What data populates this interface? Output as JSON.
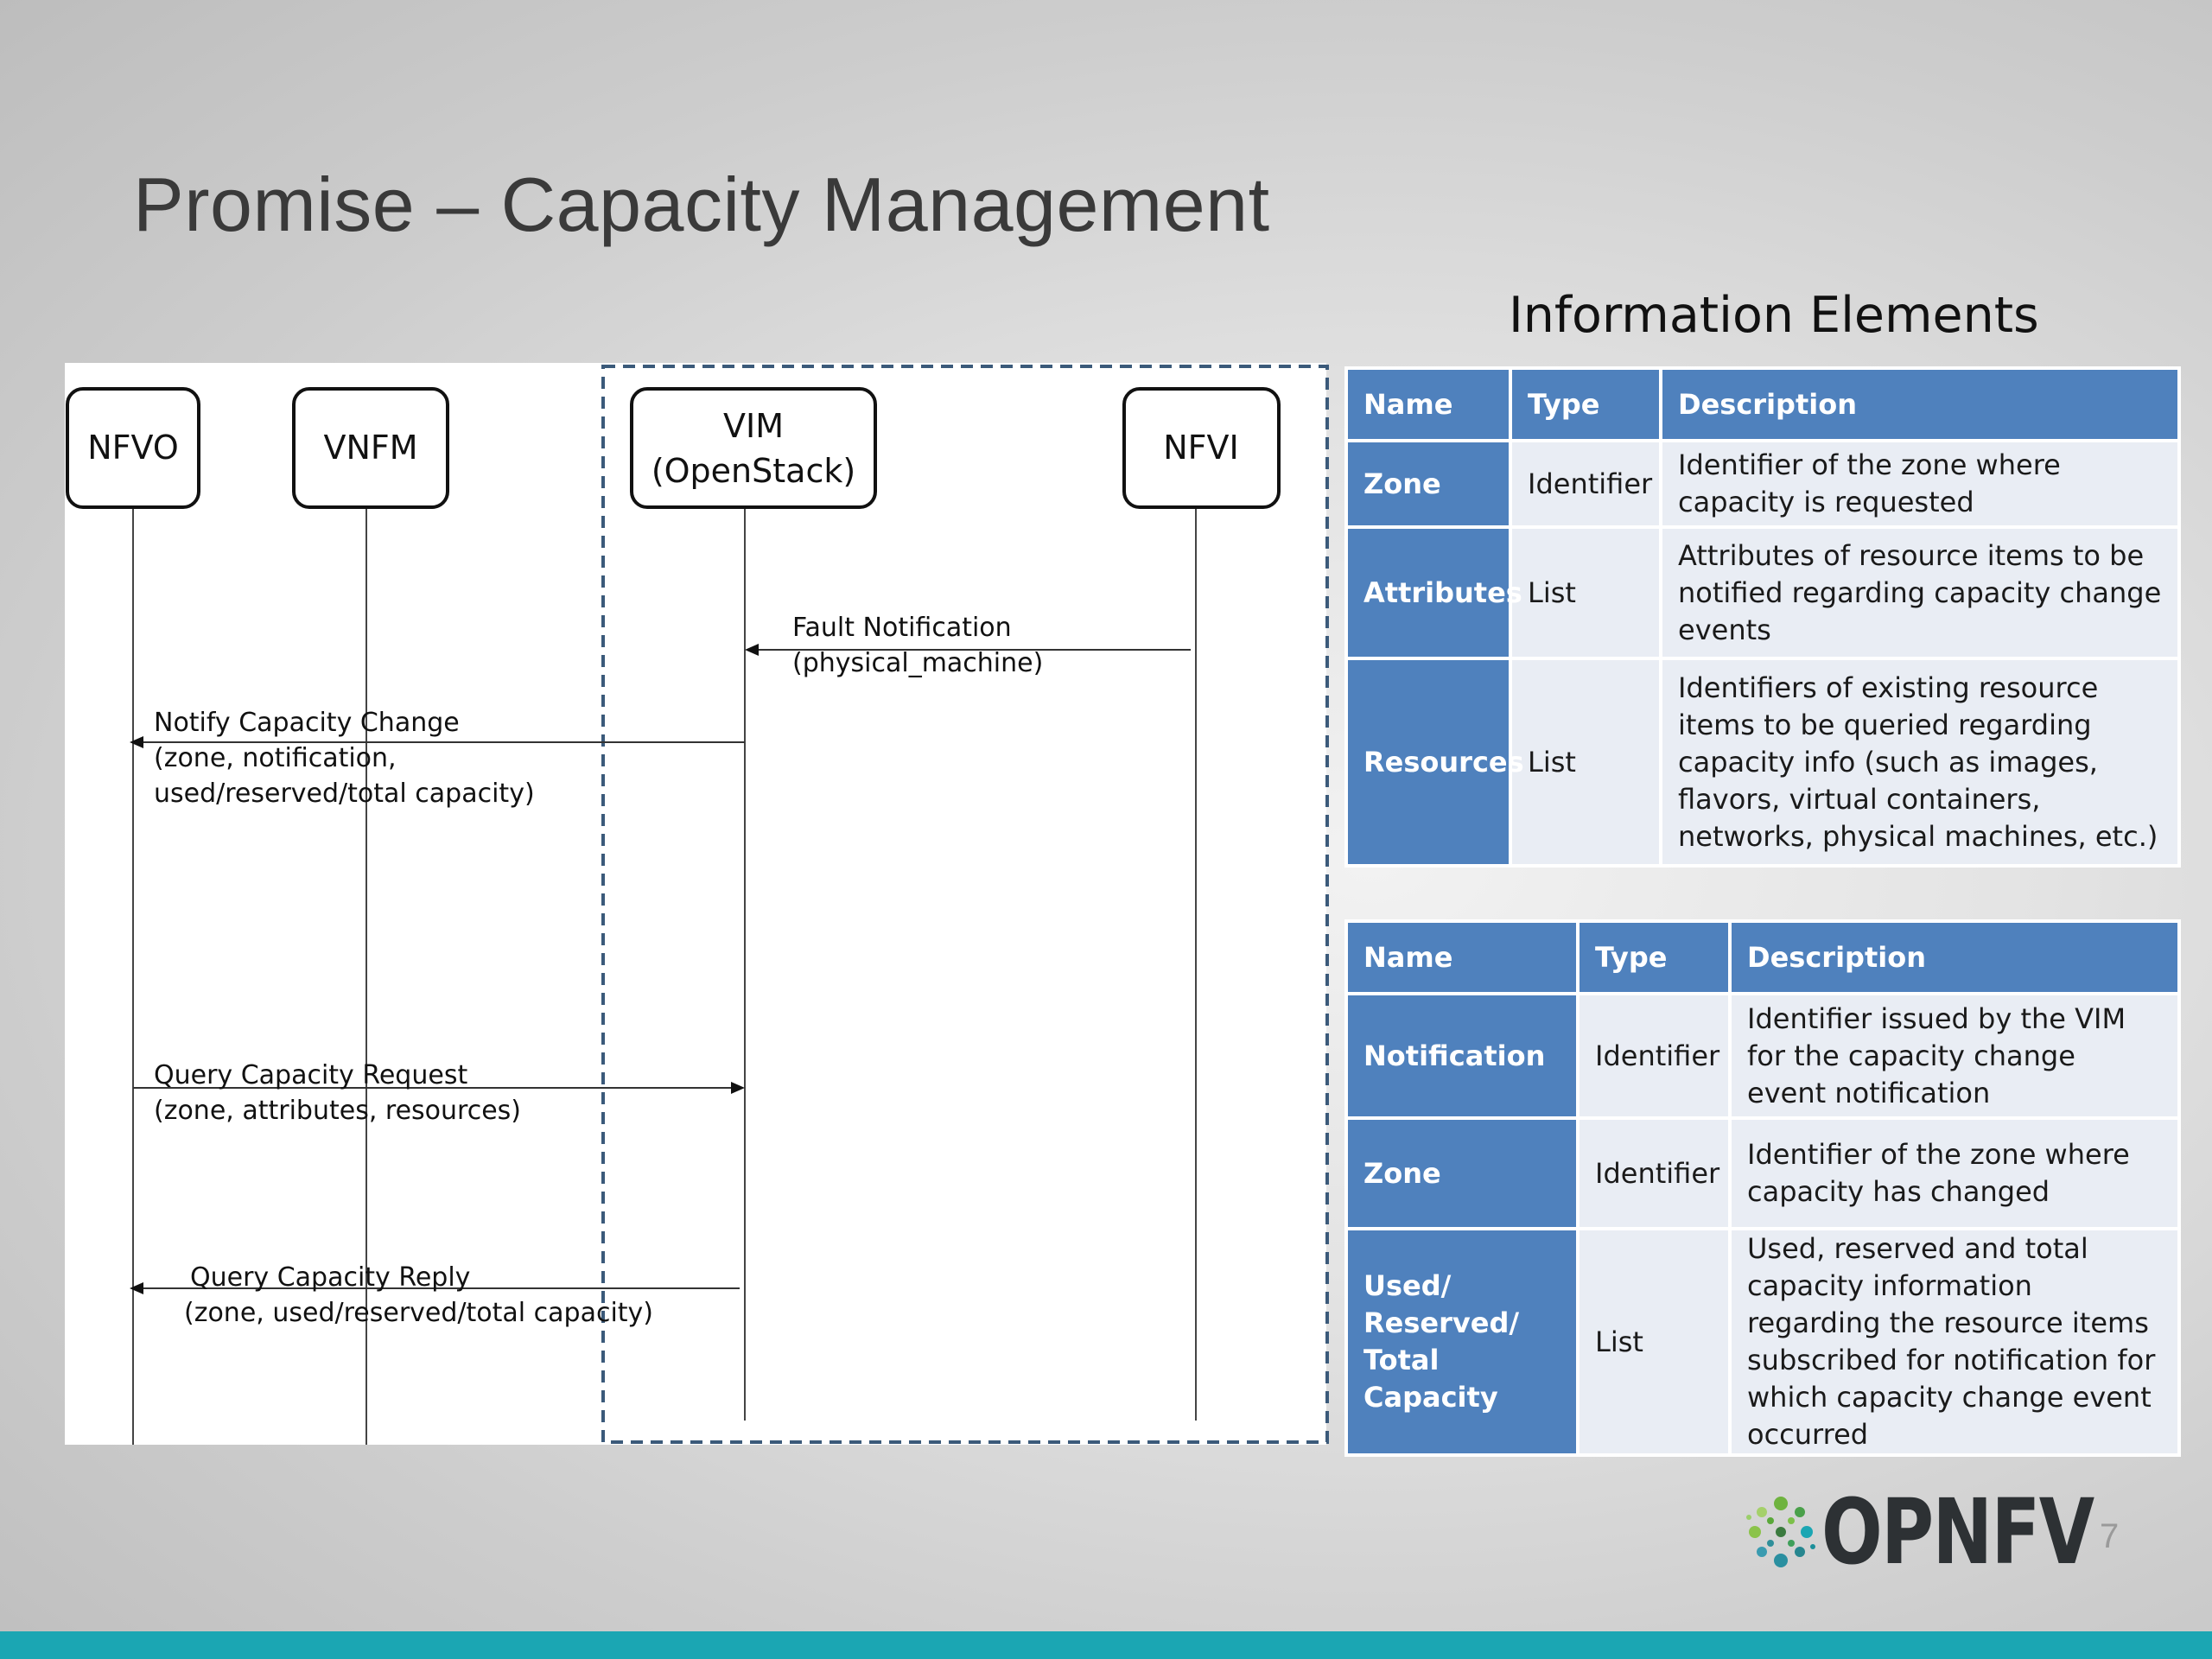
{
  "slide": {
    "title": "Promise – Capacity Management",
    "page_number": "7",
    "logo_text": "OPNFV"
  },
  "diagram": {
    "actors": [
      {
        "id": "nfvo",
        "lines": [
          "NFVO"
        ]
      },
      {
        "id": "vnfm",
        "lines": [
          "VNFM"
        ]
      },
      {
        "id": "vim",
        "lines": [
          "VIM",
          "(OpenStack)"
        ]
      },
      {
        "id": "nfvi",
        "lines": [
          "NFVI"
        ]
      }
    ],
    "messages": [
      {
        "id": "fault-notification",
        "lines": [
          "Fault Notification",
          "(physical_machine)"
        ]
      },
      {
        "id": "notify-capacity-change",
        "lines": [
          "Notify Capacity Change",
          "(zone, notification,",
          "used/reserved/total  capacity)"
        ]
      },
      {
        "id": "query-capacity-request",
        "lines": [
          "Query Capacity Request",
          "(zone, attributes, resources)"
        ]
      },
      {
        "id": "query-capacity-reply",
        "lines": [
          "Query Capacity Reply",
          "(zone, used/reserved/total  capacity)"
        ]
      }
    ]
  },
  "info_elements": {
    "title": "Information Elements",
    "headers": {
      "name": "Name",
      "type": "Type",
      "description": "Description"
    },
    "table1": [
      {
        "name": "Zone",
        "type": "Identifier",
        "description": "Identifier of the zone where capacity is requested"
      },
      {
        "name": "Attributes",
        "type": "List",
        "description": "Attributes of resource items to be notified regarding capacity change events"
      },
      {
        "name": "Resources",
        "type": "List",
        "description": "Identifiers of existing resource items to be queried regarding capacity info (such as images, flavors, virtual containers, networks, physical machines, etc.)"
      }
    ],
    "table2": [
      {
        "name": "Notification",
        "type": "Identifier",
        "description": "Identifier issued by the VIM for the capacity change event notification"
      },
      {
        "name": "Zone",
        "type": "Identifier",
        "description": "Identifier of the zone where capacity has changed"
      },
      {
        "name": "Used/ Reserved/ Total Capacity",
        "type": "List",
        "description": "Used, reserved and total capacity information regarding the resource items subscribed for notification for which capacity change event occurred"
      }
    ]
  },
  "colors": {
    "table_header": "#4f81bd",
    "table_cell": "#e9edf4",
    "footer_bar": "#1ba6b3",
    "dashed_border": "#3b5a7a"
  }
}
